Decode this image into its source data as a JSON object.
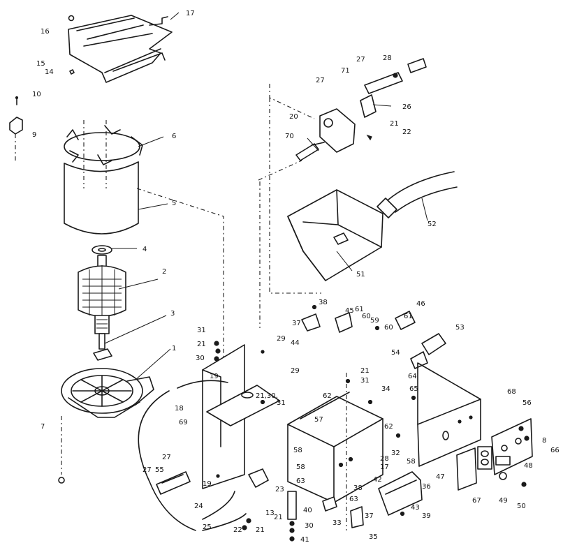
{
  "labels": [
    {
      "id": "l16",
      "text": "16"
    },
    {
      "id": "l17",
      "text": "17"
    },
    {
      "id": "l15",
      "text": "15"
    },
    {
      "id": "l14",
      "text": "14"
    },
    {
      "id": "l10",
      "text": "10"
    },
    {
      "id": "l9",
      "text": "9"
    },
    {
      "id": "l6",
      "text": "6"
    },
    {
      "id": "l5",
      "text": "5"
    },
    {
      "id": "l4",
      "text": "4"
    },
    {
      "id": "l2",
      "text": "2"
    },
    {
      "id": "l3",
      "text": "3"
    },
    {
      "id": "l1",
      "text": "1"
    },
    {
      "id": "l7",
      "text": "7"
    },
    {
      "id": "l27a",
      "text": "27"
    },
    {
      "id": "l28",
      "text": "28"
    },
    {
      "id": "l71",
      "text": "71"
    },
    {
      "id": "l27b",
      "text": "27"
    },
    {
      "id": "l26",
      "text": "26"
    },
    {
      "id": "l20",
      "text": "20"
    },
    {
      "id": "l21a",
      "text": "21"
    },
    {
      "id": "l22a",
      "text": "22"
    },
    {
      "id": "l70",
      "text": "70"
    },
    {
      "id": "l52",
      "text": "52"
    },
    {
      "id": "l51",
      "text": "51"
    },
    {
      "id": "l38a",
      "text": "38"
    },
    {
      "id": "l45",
      "text": "45"
    },
    {
      "id": "l61a",
      "text": "61"
    },
    {
      "id": "l61b",
      "text": "61"
    },
    {
      "id": "l46",
      "text": "46"
    },
    {
      "id": "l60a",
      "text": "60"
    },
    {
      "id": "l59",
      "text": "59"
    },
    {
      "id": "l60b",
      "text": "60"
    },
    {
      "id": "l37a",
      "text": "37"
    },
    {
      "id": "l44",
      "text": "44"
    },
    {
      "id": "l53",
      "text": "53"
    },
    {
      "id": "l54",
      "text": "54"
    },
    {
      "id": "l31a",
      "text": "31"
    },
    {
      "id": "l21b",
      "text": "21"
    },
    {
      "id": "l30a",
      "text": "30"
    },
    {
      "id": "l29a",
      "text": "29"
    },
    {
      "id": "l19a",
      "text": "19"
    },
    {
      "id": "l29b",
      "text": "29"
    },
    {
      "id": "l21c",
      "text": "21"
    },
    {
      "id": "l31b",
      "text": "31"
    },
    {
      "id": "l21d",
      "text": "21,30,"
    },
    {
      "id": "l31c",
      "text": "31"
    },
    {
      "id": "l34",
      "text": "34"
    },
    {
      "id": "l64",
      "text": "64"
    },
    {
      "id": "l65",
      "text": "65"
    },
    {
      "id": "l62a",
      "text": "62"
    },
    {
      "id": "l18",
      "text": "18"
    },
    {
      "id": "l69",
      "text": "69"
    },
    {
      "id": "l57",
      "text": "57"
    },
    {
      "id": "l62b",
      "text": "62"
    },
    {
      "id": "l68",
      "text": "68"
    },
    {
      "id": "l56",
      "text": "56"
    },
    {
      "id": "l8",
      "text": "8"
    },
    {
      "id": "l66",
      "text": "66"
    },
    {
      "id": "l58a",
      "text": "58"
    },
    {
      "id": "l32",
      "text": "32"
    },
    {
      "id": "l28b",
      "text": "28"
    },
    {
      "id": "l17b",
      "text": "17"
    },
    {
      "id": "l58b",
      "text": "58"
    },
    {
      "id": "l42",
      "text": "42"
    },
    {
      "id": "l58c",
      "text": "58"
    },
    {
      "id": "l47",
      "text": "47"
    },
    {
      "id": "l48",
      "text": "48"
    },
    {
      "id": "l63a",
      "text": "63"
    },
    {
      "id": "l38b",
      "text": "38"
    },
    {
      "id": "l36",
      "text": "36"
    },
    {
      "id": "l63b",
      "text": "63"
    },
    {
      "id": "l37b",
      "text": "37"
    },
    {
      "id": "l43",
      "text": "43"
    },
    {
      "id": "l39",
      "text": "39"
    },
    {
      "id": "l67",
      "text": "67"
    },
    {
      "id": "l49",
      "text": "49"
    },
    {
      "id": "l50",
      "text": "50"
    },
    {
      "id": "l27c",
      "text": "27"
    },
    {
      "id": "l27d",
      "text": "27"
    },
    {
      "id": "l55",
      "text": "55"
    },
    {
      "id": "l19b",
      "text": "19"
    },
    {
      "id": "l23",
      "text": "23"
    },
    {
      "id": "l24",
      "text": "24"
    },
    {
      "id": "l25",
      "text": "25"
    },
    {
      "id": "l13",
      "text": "13"
    },
    {
      "id": "l40",
      "text": "40"
    },
    {
      "id": "l21e",
      "text": "21"
    },
    {
      "id": "l30b",
      "text": "30"
    },
    {
      "id": "l22b",
      "text": "22"
    },
    {
      "id": "l21f",
      "text": "21"
    },
    {
      "id": "l41",
      "text": "41"
    },
    {
      "id": "l33",
      "text": "33"
    },
    {
      "id": "l35",
      "text": "35"
    }
  ]
}
